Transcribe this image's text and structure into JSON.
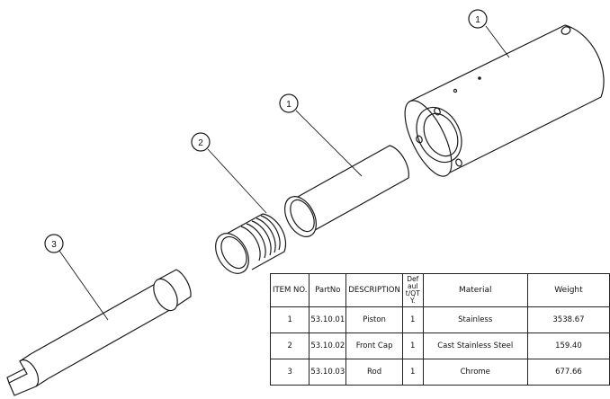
{
  "balloons": [
    {
      "part": "barrel",
      "number": "1"
    },
    {
      "part": "piston",
      "number": "1"
    },
    {
      "part": "front-cap",
      "number": "2"
    },
    {
      "part": "rod",
      "number": "3"
    }
  ],
  "bom": {
    "headers": {
      "item_no": "ITEM NO.",
      "part_no": "PartNo",
      "description": "DESCRIPTION",
      "default_qty": "Default/QTY.",
      "material": "Material",
      "weight": "Weight"
    },
    "rows": [
      {
        "item_no": "1",
        "part_no": "53.10.01",
        "description": "Piston",
        "qty": "1",
        "material": "Stainless",
        "weight": "3538.67"
      },
      {
        "item_no": "2",
        "part_no": "53.10.02",
        "description": "Front Cap",
        "qty": "1",
        "material": "Cast Stainless Steel",
        "weight": "159.40"
      },
      {
        "item_no": "3",
        "part_no": "53.10.03",
        "description": "Rod",
        "qty": "1",
        "material": "Chrome",
        "weight": "677.66"
      }
    ]
  }
}
